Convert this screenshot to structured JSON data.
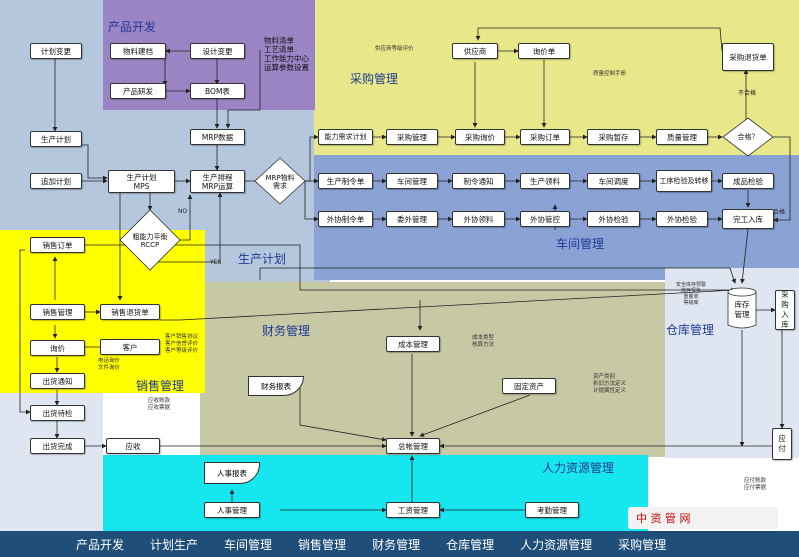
{
  "regions": {
    "product_dev": "产品开发",
    "purchase": "采购管理",
    "production_plan": "生产计划",
    "workshop": "车间管理",
    "finance": "财务管理",
    "warehouse": "仓库管理",
    "sales": "销售管理",
    "hr": "人力资源管理"
  },
  "nodes": {
    "plan_change": "计划变更",
    "material_build": "物料建档",
    "design_change": "设计变更",
    "product_rd": "产品研发",
    "bom": "BOM表",
    "mrp_data": "MRP数据",
    "prod_plan": "生产计划",
    "add_plan": "追加计划",
    "mps": "生产计划\nMPS",
    "schedule": "生产排程\nMRP运算",
    "rccp": "粗能力平衡\nRCCP",
    "mrp_material": "MRP物料\n需求",
    "capacity_plan": "能力需求计划",
    "purchase_mgmt": "采购管理",
    "purchase_inquiry": "采购询价",
    "purchase_order": "采购订单",
    "purchase_hold": "采购暂存",
    "quality_mgmt": "质量管理",
    "qualified": "合格？",
    "supplier": "供应商",
    "inquiry_sheet": "询价单",
    "purchase_return": "采购退货单",
    "prod_order": "生产制令单",
    "ws_mgmt": "车间管理",
    "make_notice": "制令通知",
    "prod_pick": "生产领料",
    "ws_dispatch": "车间调度",
    "process_check": "工序检验及转移",
    "product_check": "成品检验",
    "out_order": "外协制令单",
    "out_mgmt": "委外管理",
    "out_pick": "外协领料",
    "out_control": "外协管控",
    "out_check1": "外协检验",
    "out_check2": "外协检验",
    "finish_in": "完工入库",
    "sales_order": "销售订单",
    "sales_mgmt": "销售管理",
    "sales_return": "销售退货单",
    "customer": "客户",
    "quote": "询价",
    "ship_notice": "出货通知",
    "ship_check": "出货待检",
    "ship_done": "出货完成",
    "receivable": "应收",
    "cost_mgmt": "成本管理",
    "fixed_asset": "固定资产",
    "finance_report": "财务报表",
    "ledger": "总帐管理",
    "hr_report": "人事报表",
    "hr_mgmt": "人事管理",
    "payroll": "工资管理",
    "attendance": "考勤管理",
    "stock_mgmt": "库存\n管理",
    "purchase_in": "采购入库",
    "payable": "应付"
  },
  "notes": {
    "mrp_list": "物料清单\n工艺清单\n工作能力中心\n运算参数设置",
    "supplier_eval": "供应商等级评价",
    "quality_ctrl": "质量控制手册",
    "cost_type": "成本类型\n核算方法",
    "asset_type": "资产类别\n折旧方法定义\n计提属性定义",
    "receive_bill": "应收账款\n应收票据",
    "customer_info": "客户销售协议\n客户信誉评价\n客户等级评价",
    "phone_inquiry": "电话询价\n文件询价",
    "stock_info": "安全库存预警\n库存报告\n重量单\n等级库",
    "pay_bill": "应付账款\n应付票据"
  },
  "labels": {
    "no": "NO",
    "yes": "YES",
    "fail": "不合格",
    "pass": "合格"
  },
  "footer": [
    "产品开发",
    "计划生产",
    "车间管理",
    "销售管理",
    "财务管理",
    "仓库管理",
    "人力资源管理",
    "采购管理"
  ],
  "watermark": "中  资  管 网"
}
